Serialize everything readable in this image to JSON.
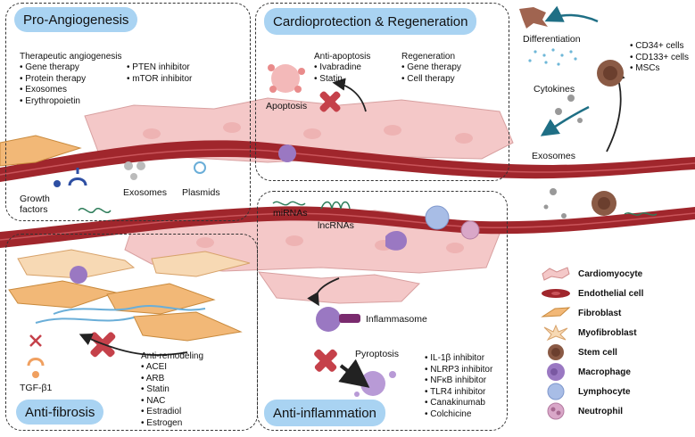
{
  "panels": {
    "pro_angiogenesis": {
      "title": "Pro-Angiogenesis",
      "heading": "Therapeutic angiogenesis",
      "items": [
        "Gene therapy",
        "Protein therapy",
        "Exosomes",
        "Erythropoietin"
      ],
      "items_right": [
        "PTEN inhibitor",
        "mTOR inhibitor"
      ],
      "labels": {
        "growth_factors_1": "Growth",
        "growth_factors_2": "factors",
        "exosomes": "Exosomes",
        "plasmids": "Plasmids"
      }
    },
    "cardioprotection": {
      "title": "Cardioprotection & Regeneration",
      "anti_apoptosis_heading": "Anti-apoptosis",
      "anti_apoptosis_items": [
        "Ivabradine",
        "Statin"
      ],
      "regeneration_heading": "Regeneration",
      "regeneration_items": [
        "Gene therapy",
        "Cell therapy"
      ],
      "apoptosis_label": "Apoptosis"
    },
    "anti_inflammation": {
      "title": "Anti-inflammation",
      "mirnas": "miRNAs",
      "lncrnas": "lncRNAs",
      "inflammasome": "Inflammasome",
      "pyroptosis": "Pyroptosis",
      "items": [
        "IL-1β inhibitor",
        "NLRP3 inhibitor",
        "NFκB inhibitor",
        "TLR4 inhibitor",
        "Canakinumab",
        "Colchicine"
      ]
    },
    "anti_fibrosis": {
      "title": "Anti-fibrosis",
      "tgf": "TGF-β1",
      "heading": "Anti-remodeling",
      "items": [
        "ACEI",
        "ARB",
        "Statin",
        "NAC",
        "Estradiol",
        "Estrogen"
      ]
    }
  },
  "stem_cells": {
    "differentiation": "Differentiation",
    "cytokines": "Cytokines",
    "exosomes": "Exosomes",
    "types": [
      "CD34+ cells",
      "CD133+ cells",
      "MSCs"
    ]
  },
  "legend": [
    {
      "label": "Cardiomyocyte",
      "icon": "cardiomyocyte-icon"
    },
    {
      "label": "Endothelial cell",
      "icon": "endothelial-cell-icon"
    },
    {
      "label": "Fibroblast",
      "icon": "fibroblast-icon"
    },
    {
      "label": "Myofibroblast",
      "icon": "myofibroblast-icon"
    },
    {
      "label": "Stem cell",
      "icon": "stem-cell-icon"
    },
    {
      "label": "Macrophage",
      "icon": "macrophage-icon"
    },
    {
      "label": "Lymphocyte",
      "icon": "lymphocyte-icon"
    },
    {
      "label": "Neutrophil",
      "icon": "neutrophil-icon"
    }
  ],
  "colors": {
    "pill": "#a9d3f2",
    "cardiomyocyte": "#f4c8c8",
    "endothelial": "#a0262c",
    "fibroblast": "#f2b877",
    "myofibroblast": "#f7d9b4",
    "stem_cell": "#8a5a45",
    "macrophage": "#9a78c2",
    "lymphocyte": "#a8bde6",
    "neutrophil": "#d9a7c8",
    "inhibit": "#c5414a",
    "arrow_teal": "#1f6f85"
  }
}
